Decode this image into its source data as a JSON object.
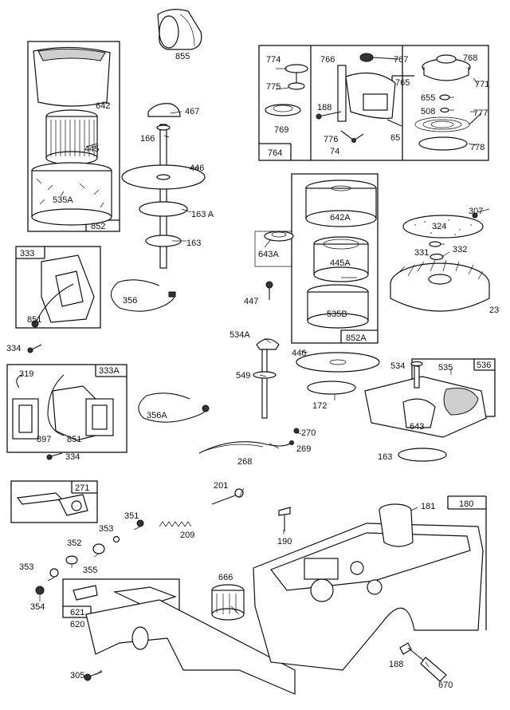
{
  "part_labels": {
    "p855": "855",
    "p642": "642",
    "p445": "445",
    "p535A": "535A",
    "p852": "852",
    "p467": "467",
    "p166": "166",
    "p446a": "446",
    "p163A": "163 A",
    "p163a": "163",
    "p774": "774",
    "p775": "775",
    "p766": "766",
    "p767": "767",
    "p765": "765",
    "p768": "768",
    "p771": "771",
    "p655": "655",
    "p508": "508",
    "p777": "777",
    "p188a": "188",
    "p769": "769",
    "p776": "776",
    "p74": "74",
    "p65": "65",
    "p778": "778",
    "p764": "764",
    "p333": "333",
    "p356": "356",
    "p851a": "851",
    "p334a": "334",
    "p642A": "642A",
    "p643A": "643A",
    "p445A": "445A",
    "p447": "447",
    "p535B": "535B",
    "p852A": "852A",
    "p307": "307",
    "p324": "324",
    "p331": "331",
    "p332": "332",
    "p23": "23",
    "p534A": "534A",
    "p446b": "446",
    "p549": "549",
    "p172": "172",
    "p534": "534",
    "p535": "535",
    "p536": "536",
    "p643": "643",
    "p163b": "163",
    "p319": "319",
    "p333A": "333A",
    "p897": "897",
    "p851b": "851",
    "p334b": "334",
    "p356A": "356A",
    "p270": "270",
    "p268": "268",
    "p269": "269",
    "p271": "271",
    "p201": "201",
    "p351": "351",
    "p353a": "353",
    "p209": "209",
    "p352": "352",
    "p355": "355",
    "p353b": "353",
    "p354": "354",
    "p190": "190",
    "p666": "666",
    "p181": "181",
    "p180": "180",
    "p621": "621",
    "p620": "620",
    "p305": "305",
    "p188b": "188",
    "p670": "670"
  }
}
